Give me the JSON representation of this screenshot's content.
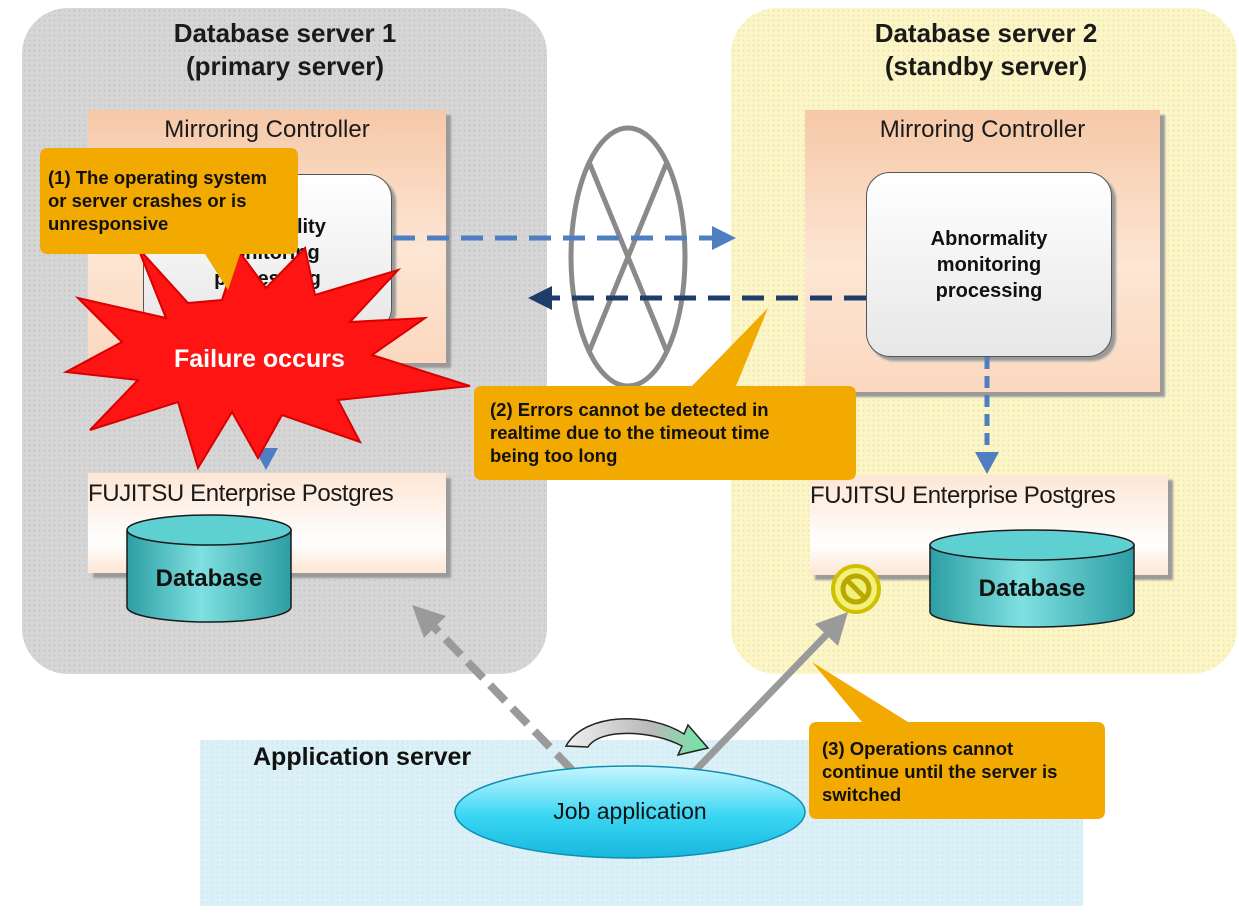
{
  "servers": {
    "primary": {
      "title": "Database server 1\n(primary server)",
      "controller_label": "Mirroring Controller",
      "process_label": "Abnormality\nmonitoring\nprocessing",
      "postgres_label": "FUJITSU Enterprise Postgres",
      "database_label": "Database"
    },
    "standby": {
      "title": "Database server 2\n(standby server)",
      "controller_label": "Mirroring Controller",
      "process_label": "Abnormality\nmonitoring\nprocessing",
      "postgres_label": "FUJITSU Enterprise Postgres",
      "database_label": "Database"
    }
  },
  "failure_label": "Failure occurs",
  "callouts": {
    "c1": "(1) The operating system\nor server crashes or is\nunresponsive",
    "c2": "(2) Errors cannot be detected in\nrealtime due to the timeout time\nbeing too long",
    "c3": "(3) Operations cannot\ncontinue until the server is\nswitched"
  },
  "application": {
    "title": "Application server",
    "job_label": "Job application"
  },
  "colors": {
    "primary_bg": "#d6d6d6",
    "standby_bg": "#fbf5c8",
    "app_bg": "#dcf1f7",
    "callout": "#f2a900",
    "failure": "#ff1a1a",
    "arrow_blue": "#4f7fc2",
    "arrow_dark": "#1f3d6b",
    "arrow_gray": "#9a9a9a",
    "cylinder": "#36b3b8",
    "ellipse": "#2fd0f0"
  },
  "icons": {
    "prohibited": "prohibited-icon",
    "network": "network-disconnected-icon",
    "switch": "switch-arrow-icon"
  }
}
